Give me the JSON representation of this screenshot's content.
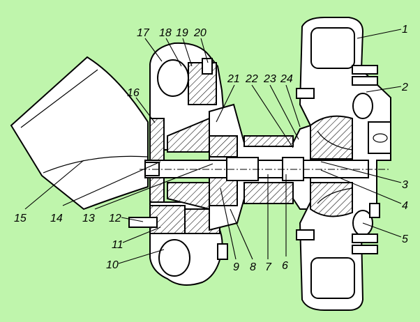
{
  "background": "#bff5ac",
  "labels": {
    "l1": "1",
    "l2": "2",
    "l3": "3",
    "l4": "4",
    "l5": "5",
    "l6": "6",
    "l7": "7",
    "l8": "8",
    "l9": "9",
    "l10": "10",
    "l11": "11",
    "l12": "12",
    "l13": "13",
    "l14": "14",
    "l15": "15",
    "l16": "16",
    "l17": "17",
    "l18": "18",
    "l19": "19",
    "l20": "20",
    "l21": "21",
    "l22": "22",
    "l23": "23",
    "l24": "24"
  }
}
